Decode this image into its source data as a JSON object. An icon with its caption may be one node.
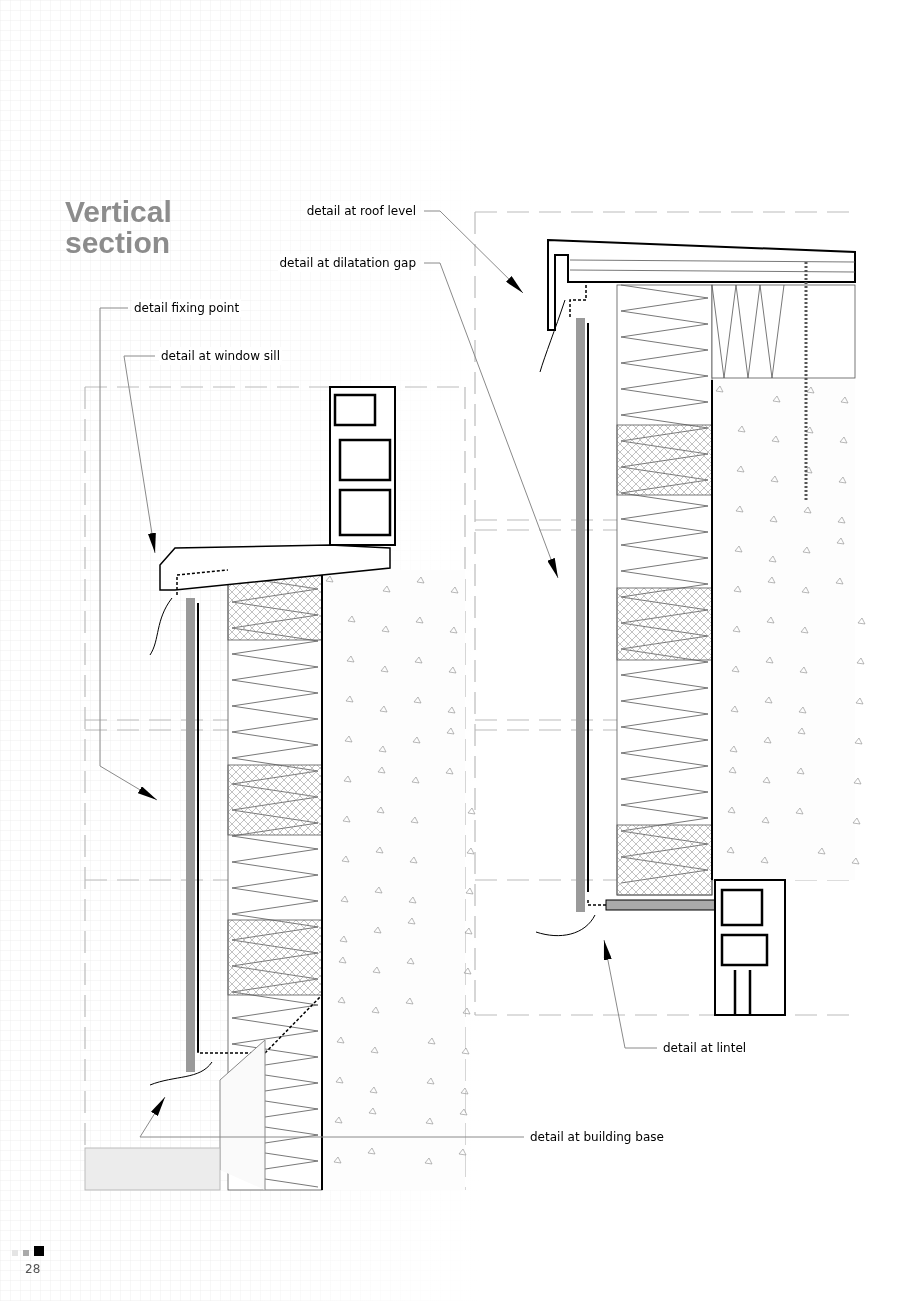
{
  "diagram": {
    "title": "Vertical section",
    "nodes": [
      {
        "text": [
          "detail at roof level"
        ]
      },
      {
        "text": [
          "detail at dilatation gap"
        ]
      },
      {
        "text": [
          "detail fixing point"
        ]
      },
      {
        "text": [
          "detail at window sill"
        ]
      },
      {
        "text": [
          "detail at lintel"
        ]
      },
      {
        "text": [
          "detail at building base"
        ]
      }
    ],
    "edges": [
      {
        "from": 0,
        "to": null,
        "arrow": "to"
      },
      {
        "from": 1,
        "to": null,
        "arrow": "to"
      },
      {
        "from": 2,
        "to": null,
        "arrow": "to"
      },
      {
        "from": 3,
        "to": null,
        "arrow": "to"
      },
      {
        "from": 4,
        "to": null,
        "arrow": "to"
      },
      {
        "from": 5,
        "to": null,
        "arrow": "to"
      }
    ],
    "labels": [
      "28"
    ]
  }
}
